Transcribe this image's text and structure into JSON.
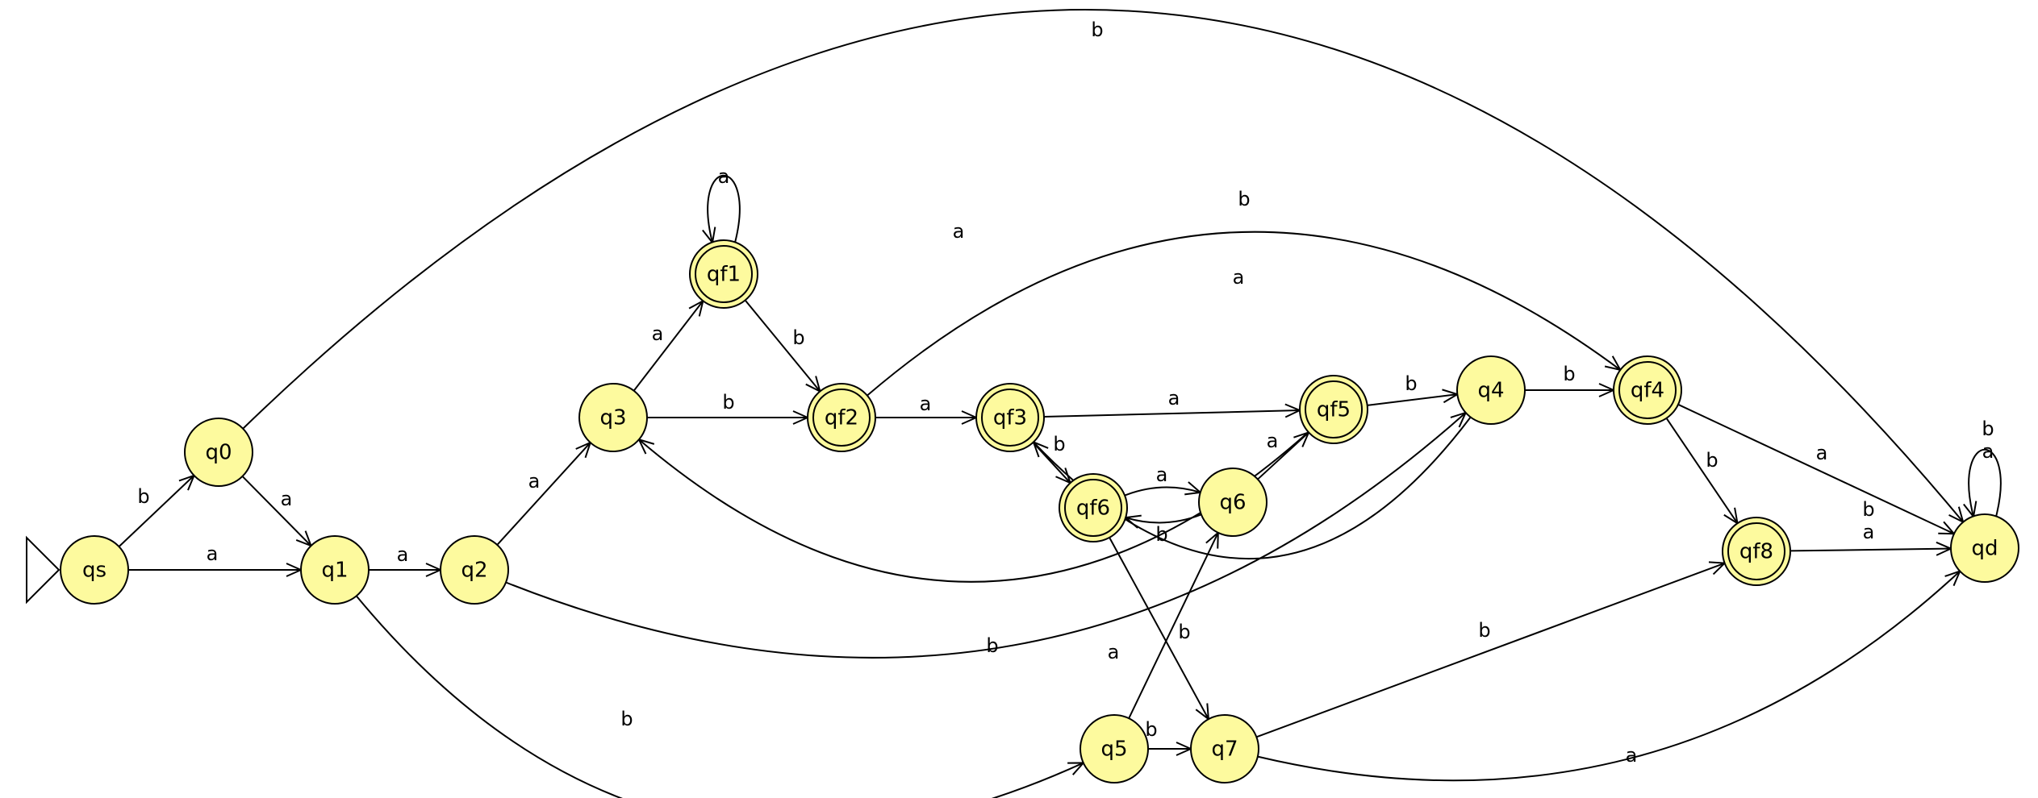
{
  "automaton": {
    "start_state": "qs",
    "states": [
      {
        "id": "qs",
        "label": "qs",
        "final": false
      },
      {
        "id": "q0",
        "label": "q0",
        "final": false
      },
      {
        "id": "q1",
        "label": "q1",
        "final": false
      },
      {
        "id": "q2",
        "label": "q2",
        "final": false
      },
      {
        "id": "q3",
        "label": "q3",
        "final": false
      },
      {
        "id": "qf1",
        "label": "qf1",
        "final": true
      },
      {
        "id": "qf2",
        "label": "qf2",
        "final": true
      },
      {
        "id": "qf3",
        "label": "qf3",
        "final": true
      },
      {
        "id": "qf6",
        "label": "qf6",
        "final": true
      },
      {
        "id": "q6",
        "label": "q6",
        "final": false
      },
      {
        "id": "qf5",
        "label": "qf5",
        "final": true
      },
      {
        "id": "q4",
        "label": "q4",
        "final": false
      },
      {
        "id": "qf4",
        "label": "qf4",
        "final": true
      },
      {
        "id": "qf8",
        "label": "qf8",
        "final": true
      },
      {
        "id": "qd",
        "label": "qd",
        "final": false
      },
      {
        "id": "q5",
        "label": "q5",
        "final": false
      },
      {
        "id": "q7",
        "label": "q7",
        "final": false
      }
    ],
    "transitions": [
      {
        "from": "qs",
        "to": "q0",
        "label": "b"
      },
      {
        "from": "qs",
        "to": "q1",
        "label": "a"
      },
      {
        "from": "q0",
        "to": "q1",
        "label": "a"
      },
      {
        "from": "q0",
        "to": "qd",
        "label": "b"
      },
      {
        "from": "q1",
        "to": "q2",
        "label": "a"
      },
      {
        "from": "q1",
        "to": "q5",
        "label": "b"
      },
      {
        "from": "q2",
        "to": "q3",
        "label": "a"
      },
      {
        "from": "q2",
        "to": "q4",
        "label": "b"
      },
      {
        "from": "q3",
        "to": "qf1",
        "label": "a"
      },
      {
        "from": "q3",
        "to": "qf2",
        "label": "b"
      },
      {
        "from": "qf1",
        "to": "qf1",
        "label": "a"
      },
      {
        "from": "qf1",
        "to": "qf2",
        "label": "b"
      },
      {
        "from": "qf5",
        "to": "q3",
        "label": "a"
      },
      {
        "from": "qf2",
        "to": "qf3",
        "label": "a"
      },
      {
        "from": "qf2",
        "to": "qf4",
        "label": "b"
      },
      {
        "from": "qf3",
        "to": "qf5",
        "label": "a"
      },
      {
        "from": "qf3",
        "to": "qf6",
        "label": "b"
      },
      {
        "from": "q4",
        "to": "qf3",
        "label": "a"
      },
      {
        "from": "qf6",
        "to": "q6",
        "label": "a"
      },
      {
        "from": "q6",
        "to": "qf6",
        "label": "b"
      },
      {
        "from": "qf6",
        "to": "q7",
        "label": "b"
      },
      {
        "from": "q6",
        "to": "qf5",
        "label": "a"
      },
      {
        "from": "qf5",
        "to": "q4",
        "label": "b"
      },
      {
        "from": "q4",
        "to": "qf4",
        "label": "b"
      },
      {
        "from": "qf4",
        "to": "qd",
        "label": "a"
      },
      {
        "from": "qf4",
        "to": "qf8",
        "label": "b"
      },
      {
        "from": "qf8",
        "to": "qd",
        "label": "b\na"
      },
      {
        "from": "qd",
        "to": "qd",
        "label": "b\na"
      },
      {
        "from": "q5",
        "to": "q6",
        "label": "a"
      },
      {
        "from": "q5",
        "to": "q7",
        "label": "b"
      },
      {
        "from": "q7",
        "to": "qf8",
        "label": "b"
      },
      {
        "from": "q7",
        "to": "qd",
        "label": "a"
      }
    ]
  },
  "colors": {
    "state_fill": "#fdfa9e",
    "stroke": "#000000",
    "background": "#ffffff"
  }
}
